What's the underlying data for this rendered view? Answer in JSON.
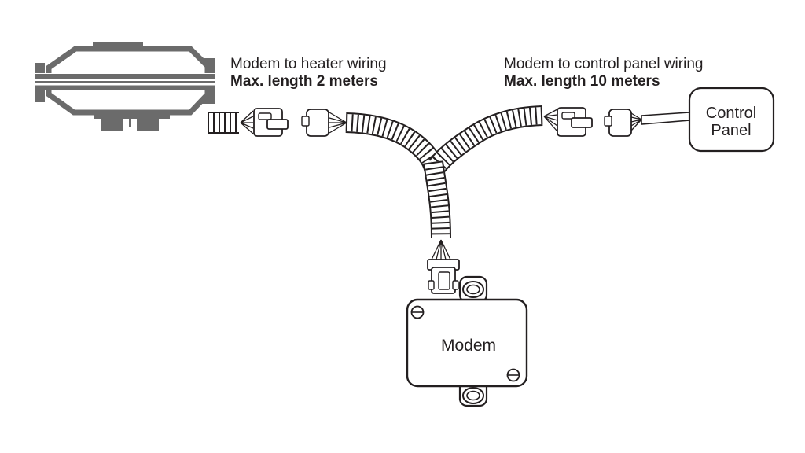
{
  "diagram": {
    "background_color": "#ffffff",
    "line_color": "#231f20",
    "heater_color": "#6b6b6b",
    "heater_wiring_label": {
      "line1": "Modem to heater wiring",
      "line2": "Max. length 2 meters"
    },
    "control_panel_wiring_label": {
      "line1": "Modem to control panel wiring",
      "line2": "Max. length 10 meters"
    },
    "control_panel_box": {
      "line1": "Control",
      "line2": "Panel"
    },
    "modem_box": {
      "label": "Modem"
    }
  }
}
